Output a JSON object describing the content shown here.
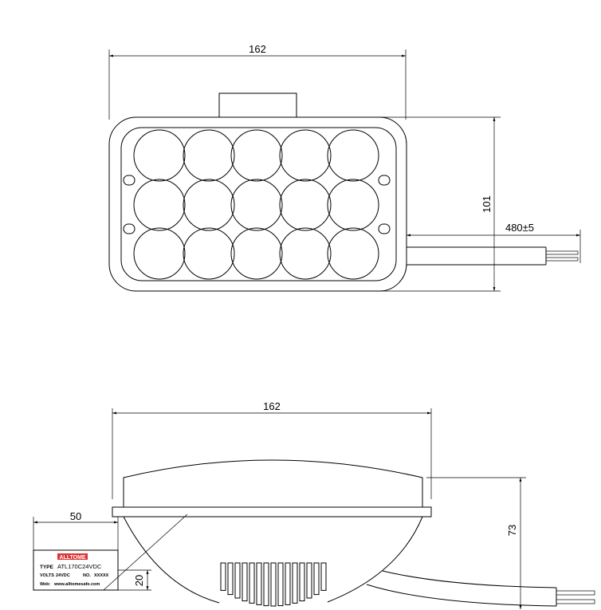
{
  "top_view": {
    "width_dim": "162",
    "height_dim": "101",
    "cable_dim": "480±5"
  },
  "side_view": {
    "width_dim": "162",
    "height_dim": "73"
  },
  "label": {
    "width_dim": "50",
    "height_dim": "20",
    "logo": "ALLTOME",
    "type_key": "TYPE",
    "type_value": "ATL170C24VDC",
    "volts_key": "VOLTS",
    "volts_value": "24VDC",
    "no_key": "NO.",
    "no_value": "XXXXX",
    "web_key": "Web:",
    "web_value": "www.alltomesafe.com"
  }
}
